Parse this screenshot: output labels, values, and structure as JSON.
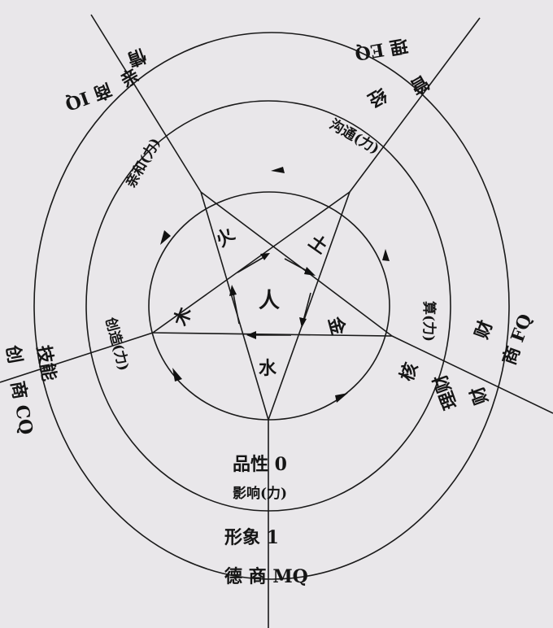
{
  "center": {
    "label": "人"
  },
  "elements": {
    "fire": "火",
    "earth": "土",
    "metal": "金",
    "water": "水",
    "wood": "木"
  },
  "ring_inner": {
    "top_left": "亲和(力)",
    "top_right": "沟通(力)",
    "right": "算(力)",
    "left": "创造(力)",
    "bottom": "影响(力)"
  },
  "ring_outer": {
    "top_left": "亲",
    "top_right": "经",
    "right_a": "核",
    "right_b": "理财",
    "left": "技能",
    "bottom_a": "品性 0",
    "bottom_b": "形象 1"
  },
  "quotients": {
    "top_left_a": "情",
    "top_left_b": "商 IQ",
    "top_right_a": "管",
    "top_right_b": "理 EQ",
    "right_a": "财",
    "right_b": "商 FQ",
    "right_c": "财",
    "left_a": "创",
    "left_b": "商 CQ",
    "bottom": "德 商 MQ"
  }
}
